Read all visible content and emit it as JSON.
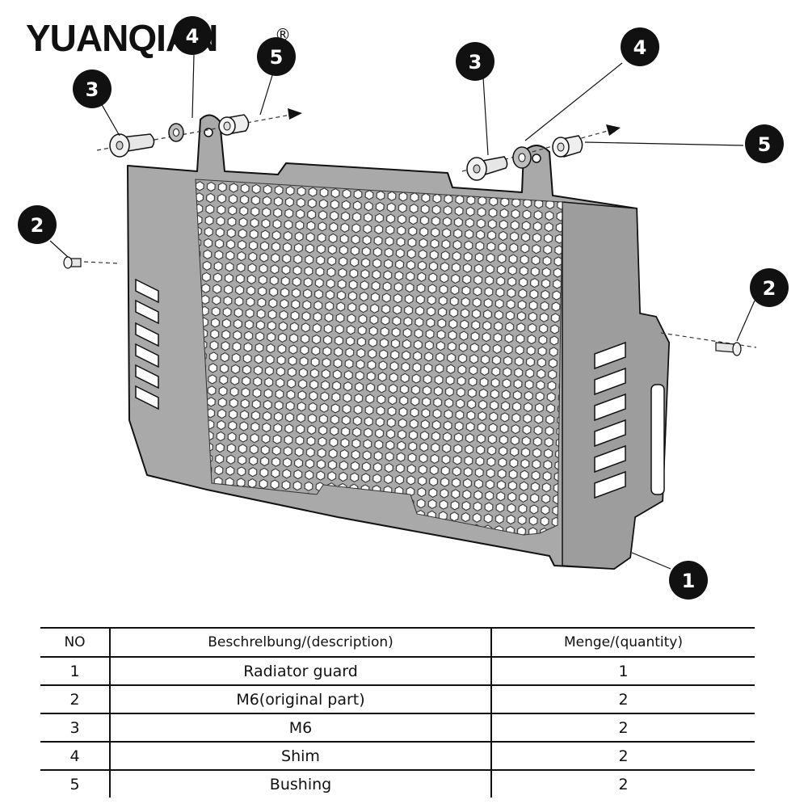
{
  "brand": {
    "name": "YUANQIAN",
    "registered_mark": "®"
  },
  "callouts": [
    "1",
    "2",
    "2",
    "3",
    "3",
    "4",
    "4",
    "5",
    "5"
  ],
  "table": {
    "headers": {
      "no": "NO",
      "description": "Beschrelbung/(description)",
      "quantity": "Menge/(quantity)"
    },
    "rows": [
      {
        "no": "1",
        "description": "Radiator guard",
        "quantity": "1"
      },
      {
        "no": "2",
        "description": "M6(original part)",
        "quantity": "2"
      },
      {
        "no": "3",
        "description": "M6",
        "quantity": "2"
      },
      {
        "no": "4",
        "description": "Shim",
        "quantity": "2"
      },
      {
        "no": "5",
        "description": "Bushing",
        "quantity": "2"
      }
    ]
  },
  "colors": {
    "guard_fill": "#a9a9a9",
    "outline": "#111111",
    "callout": "#111111"
  }
}
